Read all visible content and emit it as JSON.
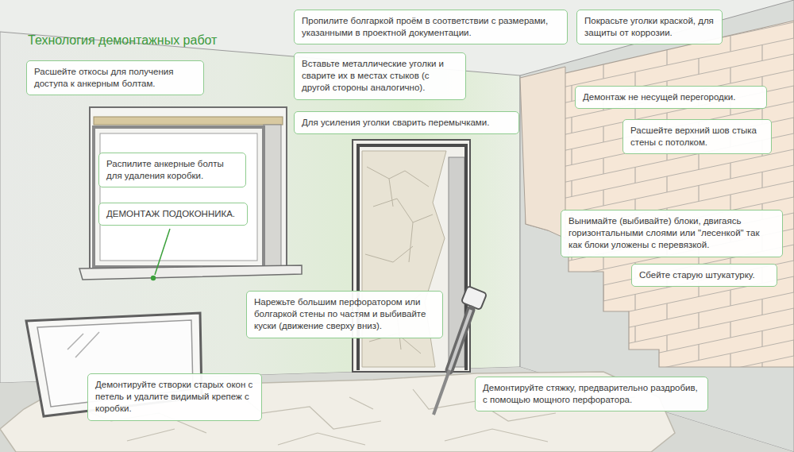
{
  "diagram": {
    "title": "Технология демонтажных работ",
    "nodes": [
      {
        "text": [
          "Пропилите болгаркой проём в соответствии с размерами, указанными в проектной документации."
        ]
      },
      {
        "text": [
          "Покрасьте уголки краской, для защиты от коррозии."
        ]
      },
      {
        "text": [
          "Расшейте откосы для получения доступа к анкерным болтам."
        ]
      },
      {
        "text": [
          "Вставьте металлические уголки и сварите их в местах стыков (с другой стороны аналогично)."
        ]
      },
      {
        "text": [
          "Демонтаж не несущей перегородки."
        ]
      },
      {
        "text": [
          "Для усиления уголки сварить перемычками."
        ]
      },
      {
        "text": [
          "Расшейте верхний шов стыка стены с потолком."
        ]
      },
      {
        "text": [
          "Распилите анкерные болты для удаления коробки."
        ]
      },
      {
        "text": [
          "ДЕМОНТАЖ ПОДОКОННИКА."
        ]
      },
      {
        "text": [
          "Вынимайте (выбивайте) блоки, двигаясь горизонтальными слоями или \"лесенкой\" так как блоки уложены с перевязкой."
        ]
      },
      {
        "text": [
          "Сбейте старую штукатурку."
        ]
      },
      {
        "text": [
          "Нарежьте большим перфоратором или болгаркой стены по частям и выбивайте куски (движение сверху вниз)."
        ]
      },
      {
        "text": [
          "Демонтируйте створки старых окон с петель и удалите видимый крепеж с коробки."
        ]
      },
      {
        "text": [
          "Демонтируйте стяжку, предварительно раздробив, с помощью мощного перфоратора."
        ]
      }
    ]
  }
}
